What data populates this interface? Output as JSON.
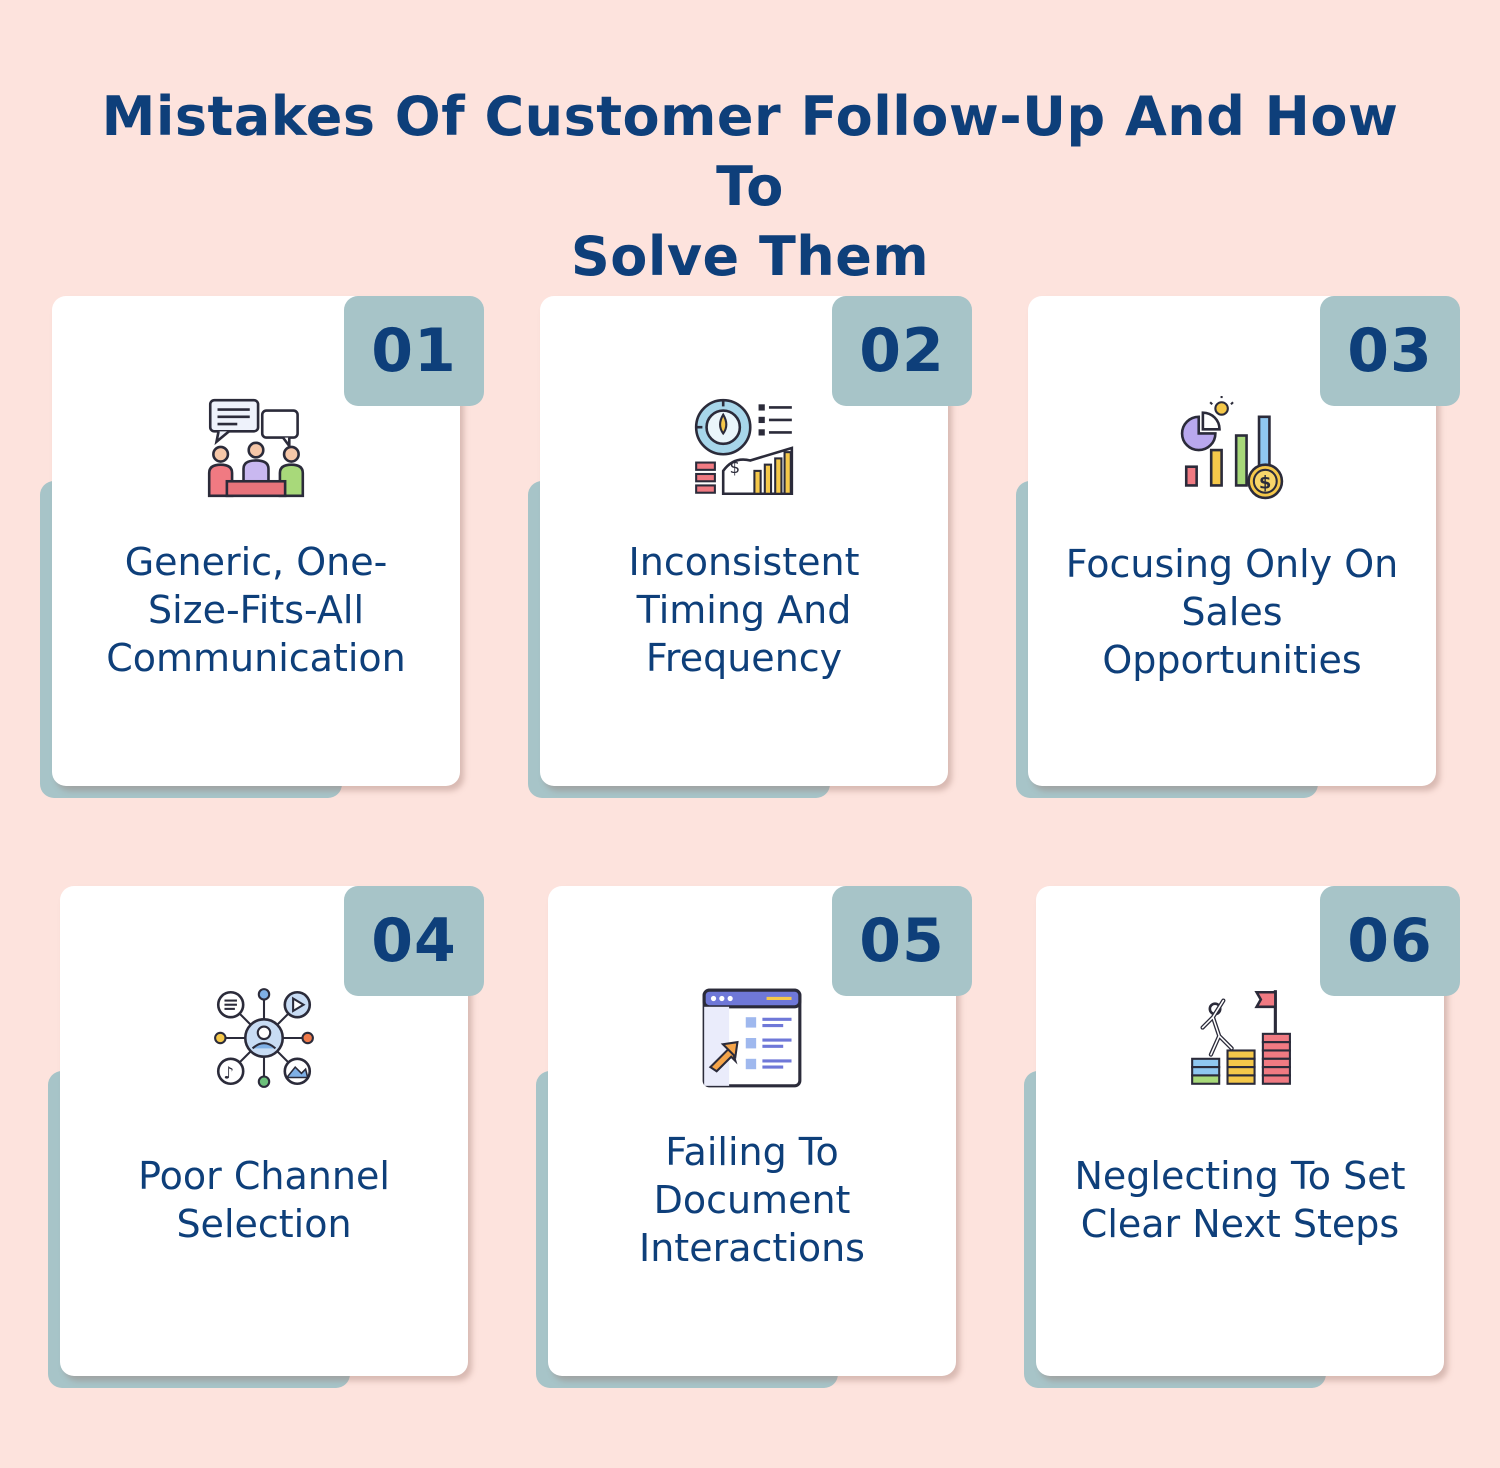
{
  "title_line1": "Mistakes Of Customer Follow-Up And How To",
  "title_line2": "Solve Them",
  "cards": [
    {
      "number": "01",
      "label_lines": [
        "Generic, One-",
        "Size-Fits-All",
        "Communication"
      ],
      "icon": "team-discussion-icon"
    },
    {
      "number": "02",
      "label_lines": [
        "Inconsistent",
        "Timing And",
        "Frequency"
      ],
      "icon": "timing-chart-icon"
    },
    {
      "number": "03",
      "label_lines": [
        "Focusing Only On",
        "Sales",
        "Opportunities"
      ],
      "icon": "sales-growth-icon"
    },
    {
      "number": "04",
      "label_lines": [
        "Poor Channel",
        "Selection"
      ],
      "icon": "channel-network-icon"
    },
    {
      "number": "05",
      "label_lines": [
        "Failing To",
        "Document",
        "Interactions"
      ],
      "icon": "document-window-icon"
    },
    {
      "number": "06",
      "label_lines": [
        "Neglecting To Set",
        "Clear Next Steps"
      ],
      "icon": "goal-steps-icon"
    }
  ],
  "colors": {
    "background": "#fde3dd",
    "primary_text": "#0e3f7a",
    "accent": "#a7c4c8",
    "card": "#ffffff"
  }
}
